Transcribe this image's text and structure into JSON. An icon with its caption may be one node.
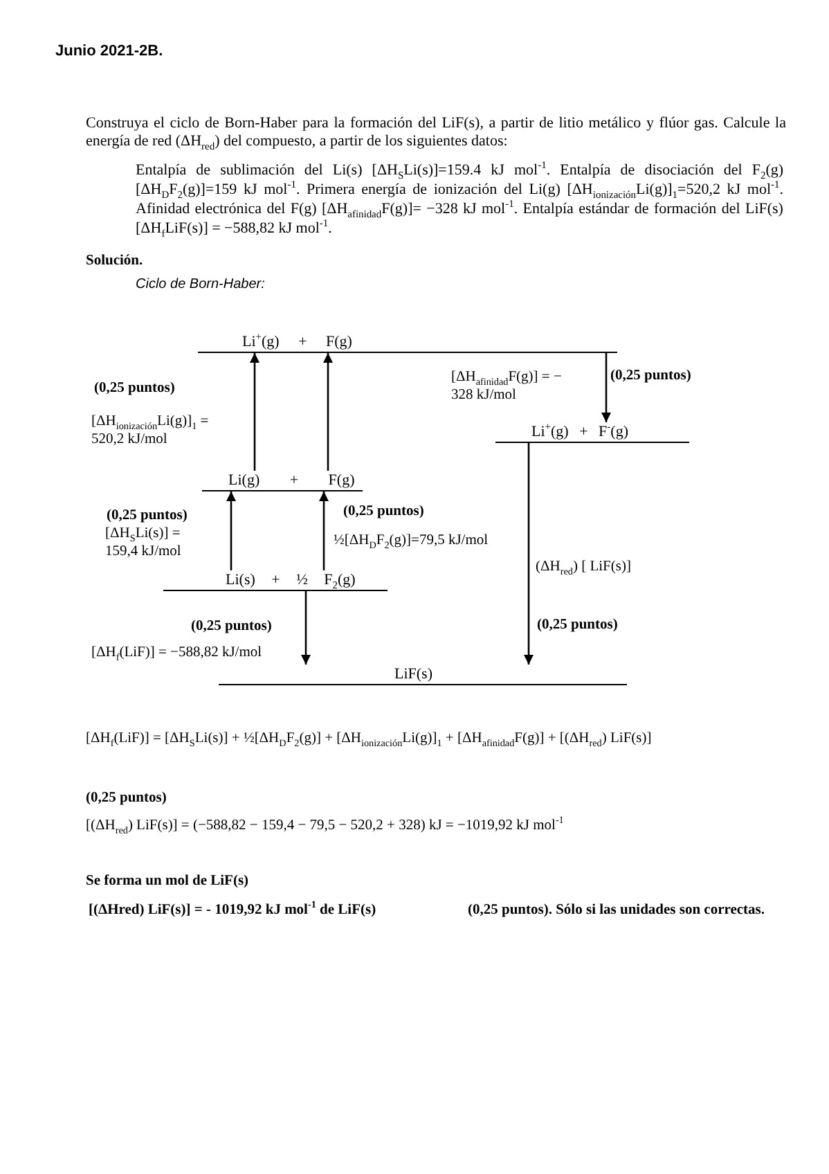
{
  "diagram": {
    "title": "Junio 2021-2B.",
    "nodes": [
      {
        "text": [
          "Li$^{+}$(g) + F(g)"
        ]
      },
      {
        "text": [
          "Li$^{+}$(g) + F$^{-}$(g)"
        ]
      },
      {
        "text": [
          "Li(g) + F(g)"
        ]
      },
      {
        "text": [
          "Li(s) + ½ F$_{2}$(g)"
        ]
      },
      {
        "text": [
          "LiF(s)"
        ]
      }
    ],
    "edges": [
      {
        "from": 2,
        "to": 0,
        "arrow": "to",
        "label": "[ΔH$_{ionización}$Li(g)]$_{1}$ = 520,2 kJ/mol"
      },
      {
        "from": 2,
        "to": 0,
        "arrow": "to"
      },
      {
        "from": 0,
        "to": 1,
        "arrow": "to",
        "label": "[ΔH$_{afinidad}$F(g)] = − 328 kJ/mol"
      },
      {
        "from": 3,
        "to": 2,
        "arrow": "to",
        "label": "[ΔH$_{S}$Li(s)] = 159,4 kJ/mol"
      },
      {
        "from": 3,
        "to": 2,
        "arrow": "to",
        "label": "½[ΔH$_{D}$F$_{2}$(g)]=79,5 kJ/mol"
      },
      {
        "from": 3,
        "to": 4,
        "arrow": "to",
        "label": "[ΔH$_{f}$(LiF)] = −588,82 kJ/mol"
      },
      {
        "from": 1,
        "to": 4,
        "arrow": "to",
        "label": "(ΔH$_{red}$) [ LiF(s)]"
      }
    ],
    "labels": [
      "Construya el ciclo de Born-Haber para la formación del LiF(s), a partir de litio metálico y flúor gas. Calcule la energía de red (ΔH$_{red}$) del compuesto, a partir de los siguientes datos:",
      "Entalpía de sublimación del Li(s) [ΔH$_{S}$Li(s)]=159.4 kJ mol$^{-1}$. Entalpía de disociación del F$_{2}$(g) [ΔH$_{D}$F$_{2}$(g)]=159 kJ mol$^{-1}$. Primera energía de ionización del Li(g) [ΔH$_{ionización}$Li(g)]$_{1}$=520,2 kJ mol$^{-1}$. Afinidad electrónica del F(g) [ΔH$_{afinidad}$F(g)]= −328 kJ mol$^{-1}$. Entalpía estándar de formación del LiF(s) [ΔH$_{f}$LiF(s)] = −588,82 kJ mol$^{-1}$.",
      "Solución.",
      "Ciclo de Born-Haber:",
      "(0,25 puntos)",
      "(0,25 puntos)",
      "(0,25 puntos)",
      "(0,25 puntos)",
      "(0,25 puntos)",
      "(0,25 puntos)",
      "[ΔH$_{f}$(LiF)] = [ΔH$_{S}$Li(s)] + ½[ΔH$_{D}$F$_{2}$(g)] + [ΔH$_{ionización}$Li(g)]$_{1}$ + [ΔH$_{afinidad}$F(g)] + [(ΔH$_{red}$) LiF(s)]",
      "(0,25 puntos)",
      "[(ΔH$_{red}$) LiF(s)] = (−588,82 − 159,4 − 79,5 − 520,2 + 328) kJ = −1019,92 kJ mol$^{-1}$",
      "Se forma un mol de LiF(s)",
      "[(ΔHred) LiF(s)] = - 1019,92 kJ mol$^{-1}$ de LiF(s)",
      "(0,25 puntos). Sólo si las unidades son correctas."
    ]
  }
}
